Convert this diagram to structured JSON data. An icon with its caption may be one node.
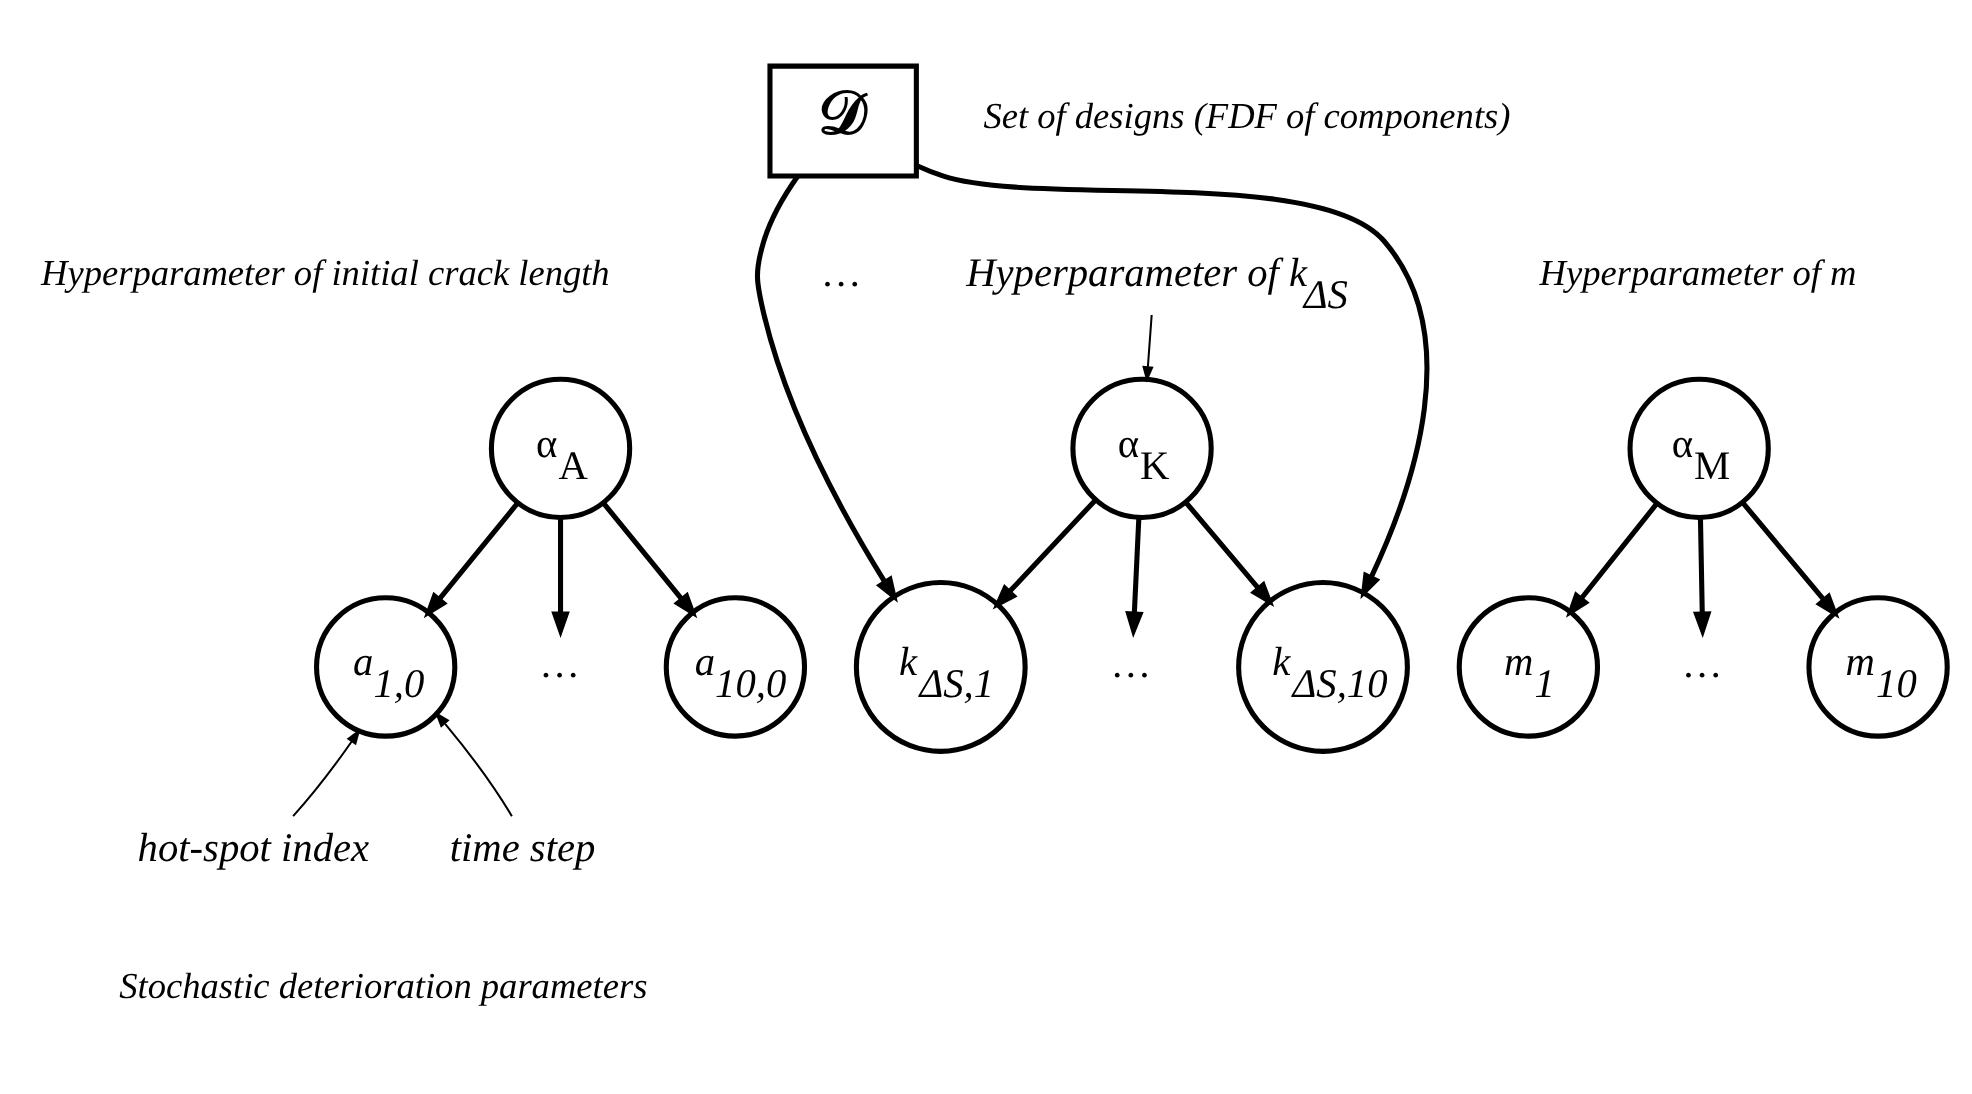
{
  "diagram": {
    "nodes": [
      {
        "text": [
          "**𝒟**"
        ],
        "beside": [
          "Set of designs (FDF of components)"
        ]
      },
      {
        "text": [
          "α$_{A}$"
        ],
        "beside": [
          "Hyperparameter of initial crack length"
        ]
      },
      {
        "text": [
          "Hyperparameter of k$_{ΔS}$"
        ]
      },
      {
        "text": [
          "α$_{K}$"
        ]
      },
      {
        "text": [
          "α$_{M}$"
        ],
        "beside": [
          "Hyperparameter of m"
        ]
      },
      {
        "text": [
          "a$_{1,0}$"
        ]
      },
      {
        "text": [
          "…"
        ]
      },
      {
        "text": [
          "a$_{10,0}$"
        ]
      },
      {
        "text": [
          "k$_{ΔS,1}$"
        ]
      },
      {
        "text": [
          "…"
        ]
      },
      {
        "text": [
          "k$_{ΔS,10}$"
        ]
      },
      {
        "text": [
          "m$_{1}$"
        ]
      },
      {
        "text": [
          "…"
        ]
      },
      {
        "text": [
          "m$_{10}$"
        ]
      },
      {
        "text": [
          "hot-spot index"
        ]
      },
      {
        "text": [
          "time step"
        ]
      }
    ],
    "edges": [
      {
        "from": 0,
        "to": 8,
        "arrow": "to"
      },
      {
        "from": 0,
        "to": 10,
        "arrow": "to"
      },
      {
        "from": 1,
        "to": 5,
        "arrow": "to"
      },
      {
        "from": 1,
        "to": 6,
        "arrow": "to"
      },
      {
        "from": 1,
        "to": 7,
        "arrow": "to"
      },
      {
        "from": 2,
        "to": 3,
        "arrow": "to"
      },
      {
        "from": 3,
        "to": 8,
        "arrow": "to"
      },
      {
        "from": 3,
        "to": 9,
        "arrow": "to"
      },
      {
        "from": 3,
        "to": 10,
        "arrow": "to"
      },
      {
        "from": 4,
        "to": 11,
        "arrow": "to"
      },
      {
        "from": 4,
        "to": 12,
        "arrow": "to"
      },
      {
        "from": 4,
        "to": 13,
        "arrow": "to"
      },
      {
        "from": 14,
        "to": 5,
        "arrow": "to"
      },
      {
        "from": 15,
        "to": 5,
        "arrow": "to"
      }
    ],
    "labels": [
      "…",
      "Stochastic deterioration parameters"
    ]
  }
}
